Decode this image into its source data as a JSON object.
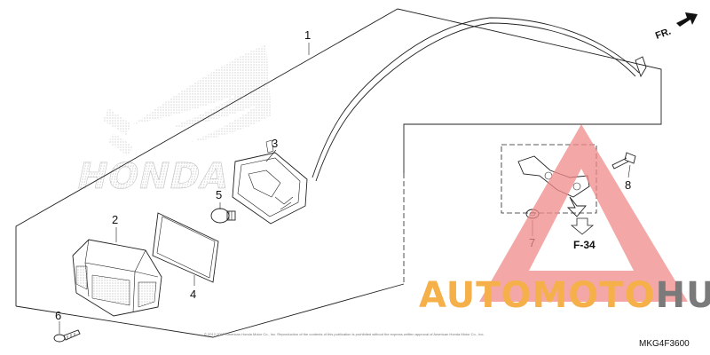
{
  "diagram": {
    "callouts": [
      "1",
      "2",
      "3",
      "4",
      "5",
      "6",
      "7",
      "8"
    ],
    "direction_label": "FR.",
    "reference_label": "F-34",
    "diagram_code": "MKG4F3600",
    "copyright": "© 2012-2017 American Honda Motor Co., Inc. Reproduction of the contents of this publication is prohibited without the express written approval of American Honda Motor Co., Inc.",
    "background_mark": {
      "icon": "honda-wing-logo",
      "text": "HONDA"
    }
  },
  "watermark": {
    "icon": "warning-triangle-icon",
    "word_orange": "AUTOMOTO",
    "word_gray": "HUB",
    "colors": {
      "triangle": "#f08a8a",
      "orange": "#f5b04a",
      "gray": "#7a7a7a"
    }
  }
}
